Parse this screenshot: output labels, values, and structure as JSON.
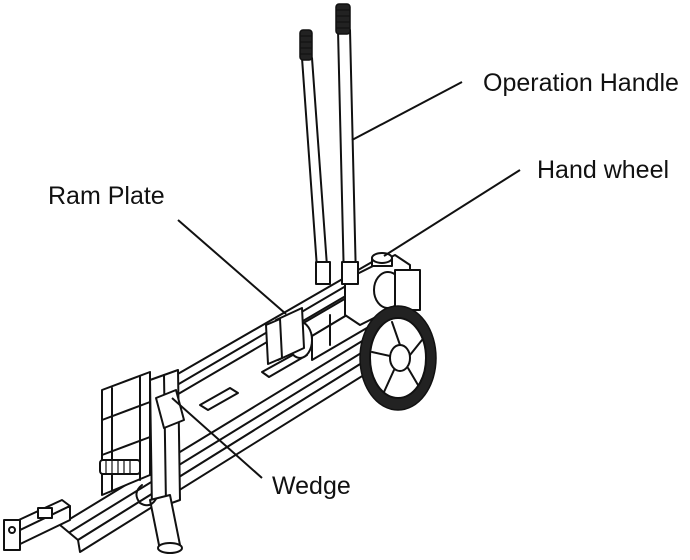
{
  "diagram": {
    "labels": {
      "operation_handle": "Operation Handle",
      "hand_wheel": "Hand wheel",
      "ram_plate": "Ram Plate",
      "wedge": "Wedge"
    }
  },
  "colors": {
    "ink": "#111111",
    "background": "#ffffff",
    "tire": "#222222"
  }
}
